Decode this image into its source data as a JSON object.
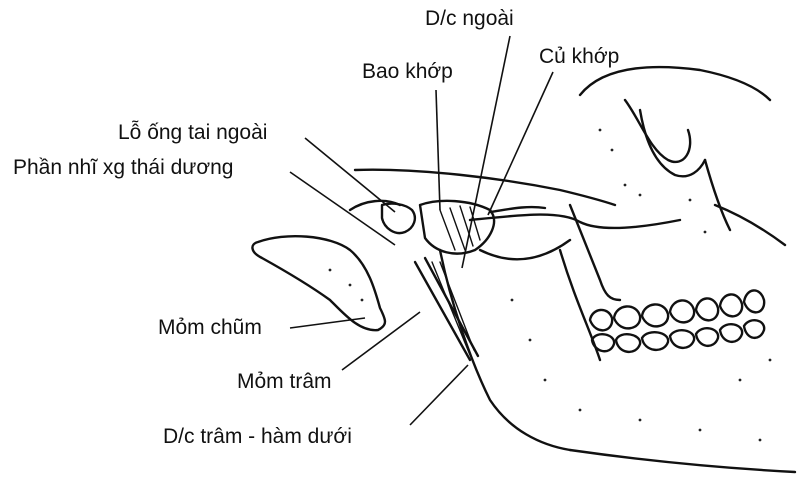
{
  "labels": {
    "dc_ngoai": "D/c ngoài",
    "cu_khop": "Củ khớp",
    "bao_khop": "Bao khớp",
    "lo_ong_tai_ngoai": "Lỗ ống tai ngoài",
    "phan_nhi": "Phần nhĩ xg thái dương",
    "mom_chum": "Mỏm chũm",
    "mom_tram": "Mỏm trâm",
    "dc_tram_ham_duoi": "D/c trâm - hàm dưới"
  }
}
